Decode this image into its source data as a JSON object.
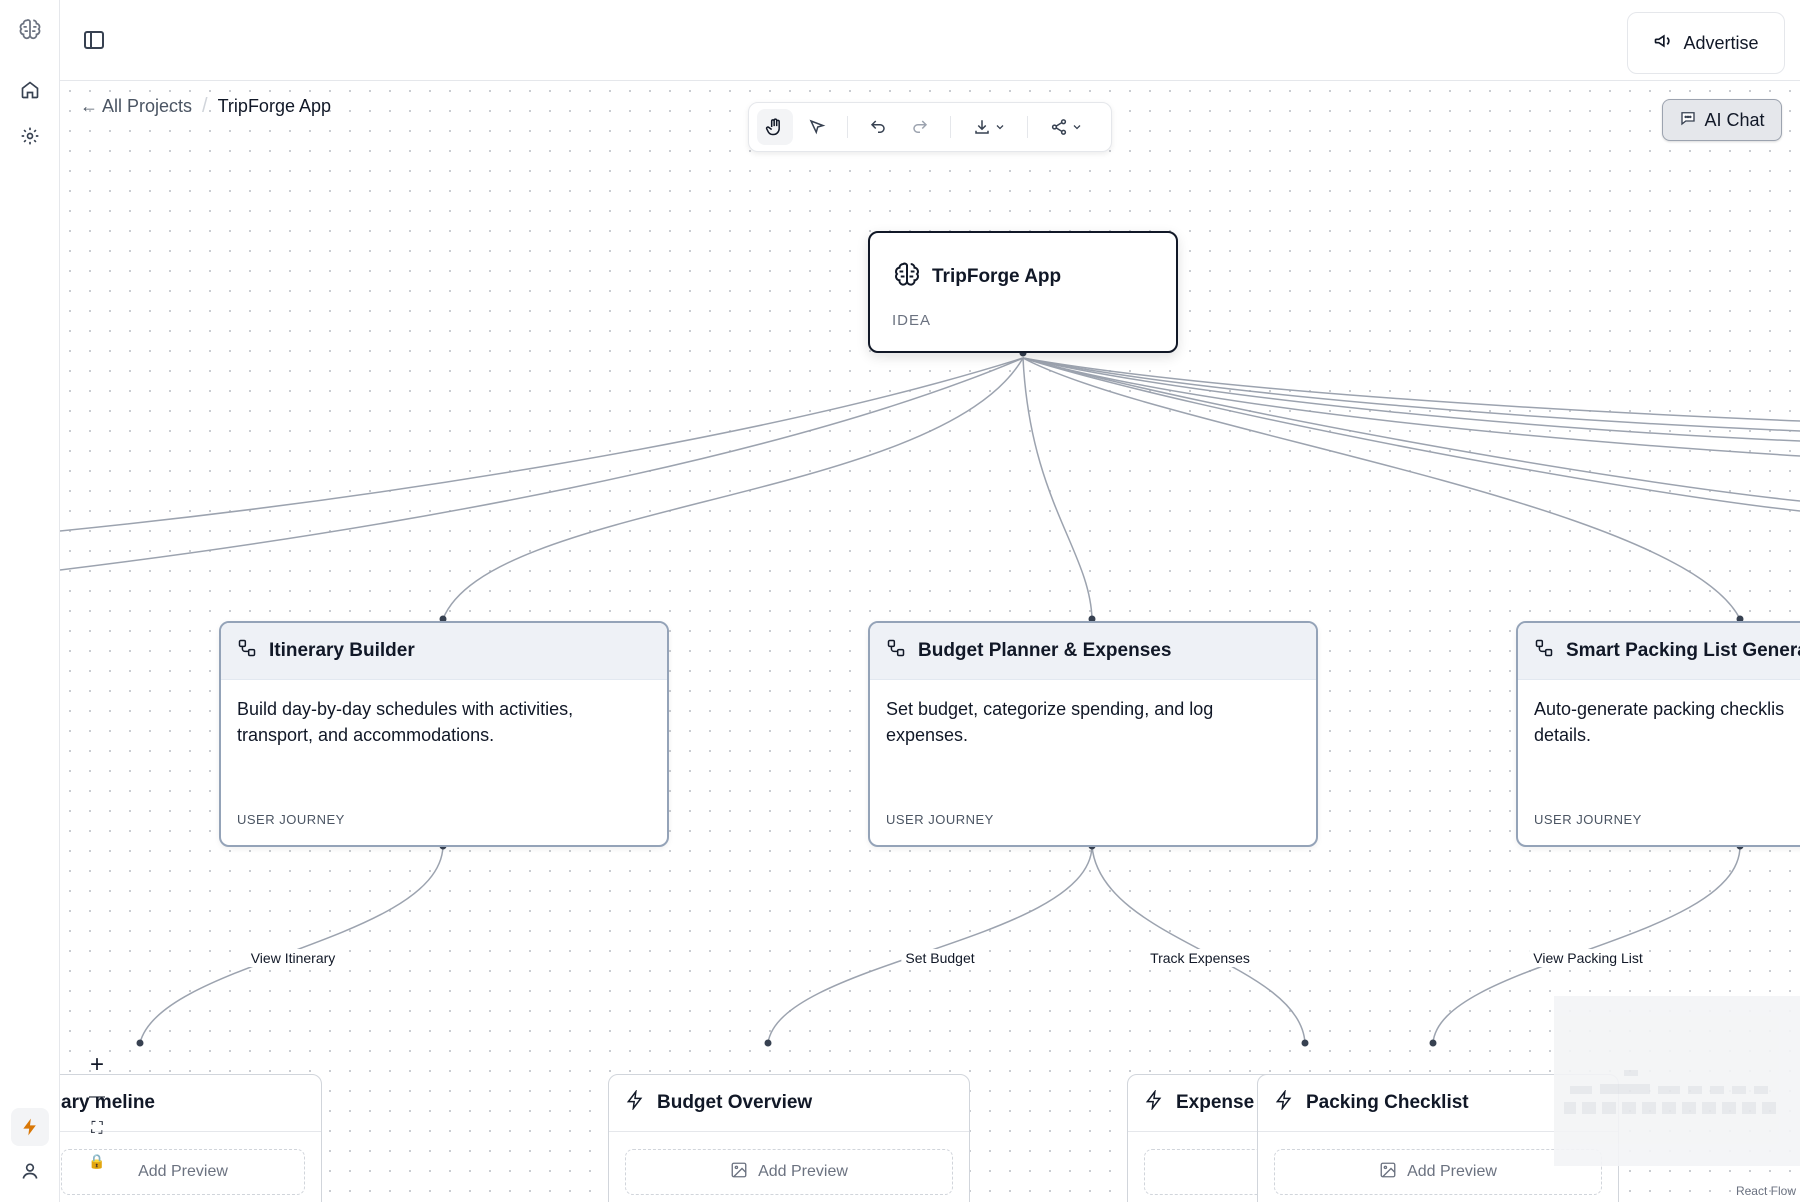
{
  "app": {
    "logo_icon": "brain-icon"
  },
  "rail": {
    "items": [
      {
        "icon": "home-icon"
      },
      {
        "icon": "gear-icon"
      }
    ],
    "bottom": [
      {
        "icon": "bolt-icon"
      },
      {
        "icon": "user-icon"
      }
    ]
  },
  "header": {
    "advertise_label": "Advertise"
  },
  "breadcrumb": {
    "back_label": "← All Projects",
    "separator": "/",
    "current": "TripForge App"
  },
  "toolbar": {
    "tools": [
      "hand-icon",
      "pointer-icon",
      "undo-icon",
      "redo-icon",
      "download-icon",
      "share-icon"
    ]
  },
  "ai_chat": {
    "label": "AI Chat"
  },
  "idea": {
    "title": "TripForge App",
    "kind": "IDEA"
  },
  "journeys": [
    {
      "title": "Itinerary Builder",
      "desc": "Build day-by-day schedules with activities, transport, and accommodations.",
      "kind": "USER JOURNEY"
    },
    {
      "title": "Budget Planner & Expenses",
      "desc": "Set budget, categorize spending, and log expenses.",
      "kind": "USER JOURNEY"
    },
    {
      "title": "Smart Packing List Genera",
      "desc": "Auto-generate packing checklis details.",
      "kind": "USER JOURNEY"
    }
  ],
  "edge_labels": [
    "View Itinerary",
    "Set Budget",
    "Track Expenses",
    "View Packing List"
  ],
  "features": [
    {
      "title": "ary meline",
      "preview": "Add Preview"
    },
    {
      "title": "Budget Overview",
      "preview": "Add Preview"
    },
    {
      "title": "Expense ",
      "preview": ""
    },
    {
      "title": "Packing Checklist",
      "preview": "Add Preview"
    }
  ],
  "zoom_controls": [
    "+",
    "—",
    "⛶",
    "🔒"
  ],
  "attribution": "React Flow"
}
